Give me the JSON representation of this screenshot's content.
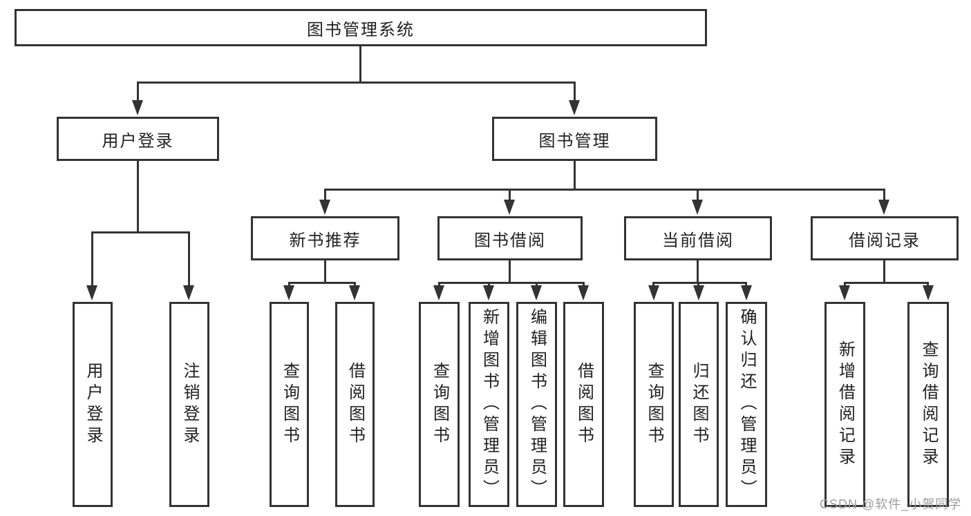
{
  "diagram_type": "hierarchy-tree",
  "tree": {
    "label": "图书管理系统",
    "children": [
      {
        "label": "用户登录",
        "children": [
          {
            "label": "用户登录"
          },
          {
            "label": "注销登录"
          }
        ]
      },
      {
        "label": "图书管理",
        "children": [
          {
            "label": "新书推荐",
            "children": [
              {
                "label": "查询图书"
              },
              {
                "label": "借阅图书"
              }
            ]
          },
          {
            "label": "图书借阅",
            "children": [
              {
                "label": "查询图书"
              },
              {
                "label": "新增图书（管理员）"
              },
              {
                "label": "编辑图书（管理员）"
              },
              {
                "label": "借阅图书"
              }
            ]
          },
          {
            "label": "当前借阅",
            "children": [
              {
                "label": "查询图书"
              },
              {
                "label": "归还图书"
              },
              {
                "label": "确认归还（管理员）"
              }
            ]
          },
          {
            "label": "借阅记录",
            "children": [
              {
                "label": "新增借阅记录"
              },
              {
                "label": "查询借阅记录"
              }
            ]
          }
        ]
      }
    ]
  },
  "watermark": {
    "text": "CSDN @软件_小贺同学"
  },
  "colors": {
    "line": "#333333",
    "box_border": "#333333",
    "text": "#212121",
    "watermark": "#9c9c9c",
    "background": "#ffffff"
  }
}
